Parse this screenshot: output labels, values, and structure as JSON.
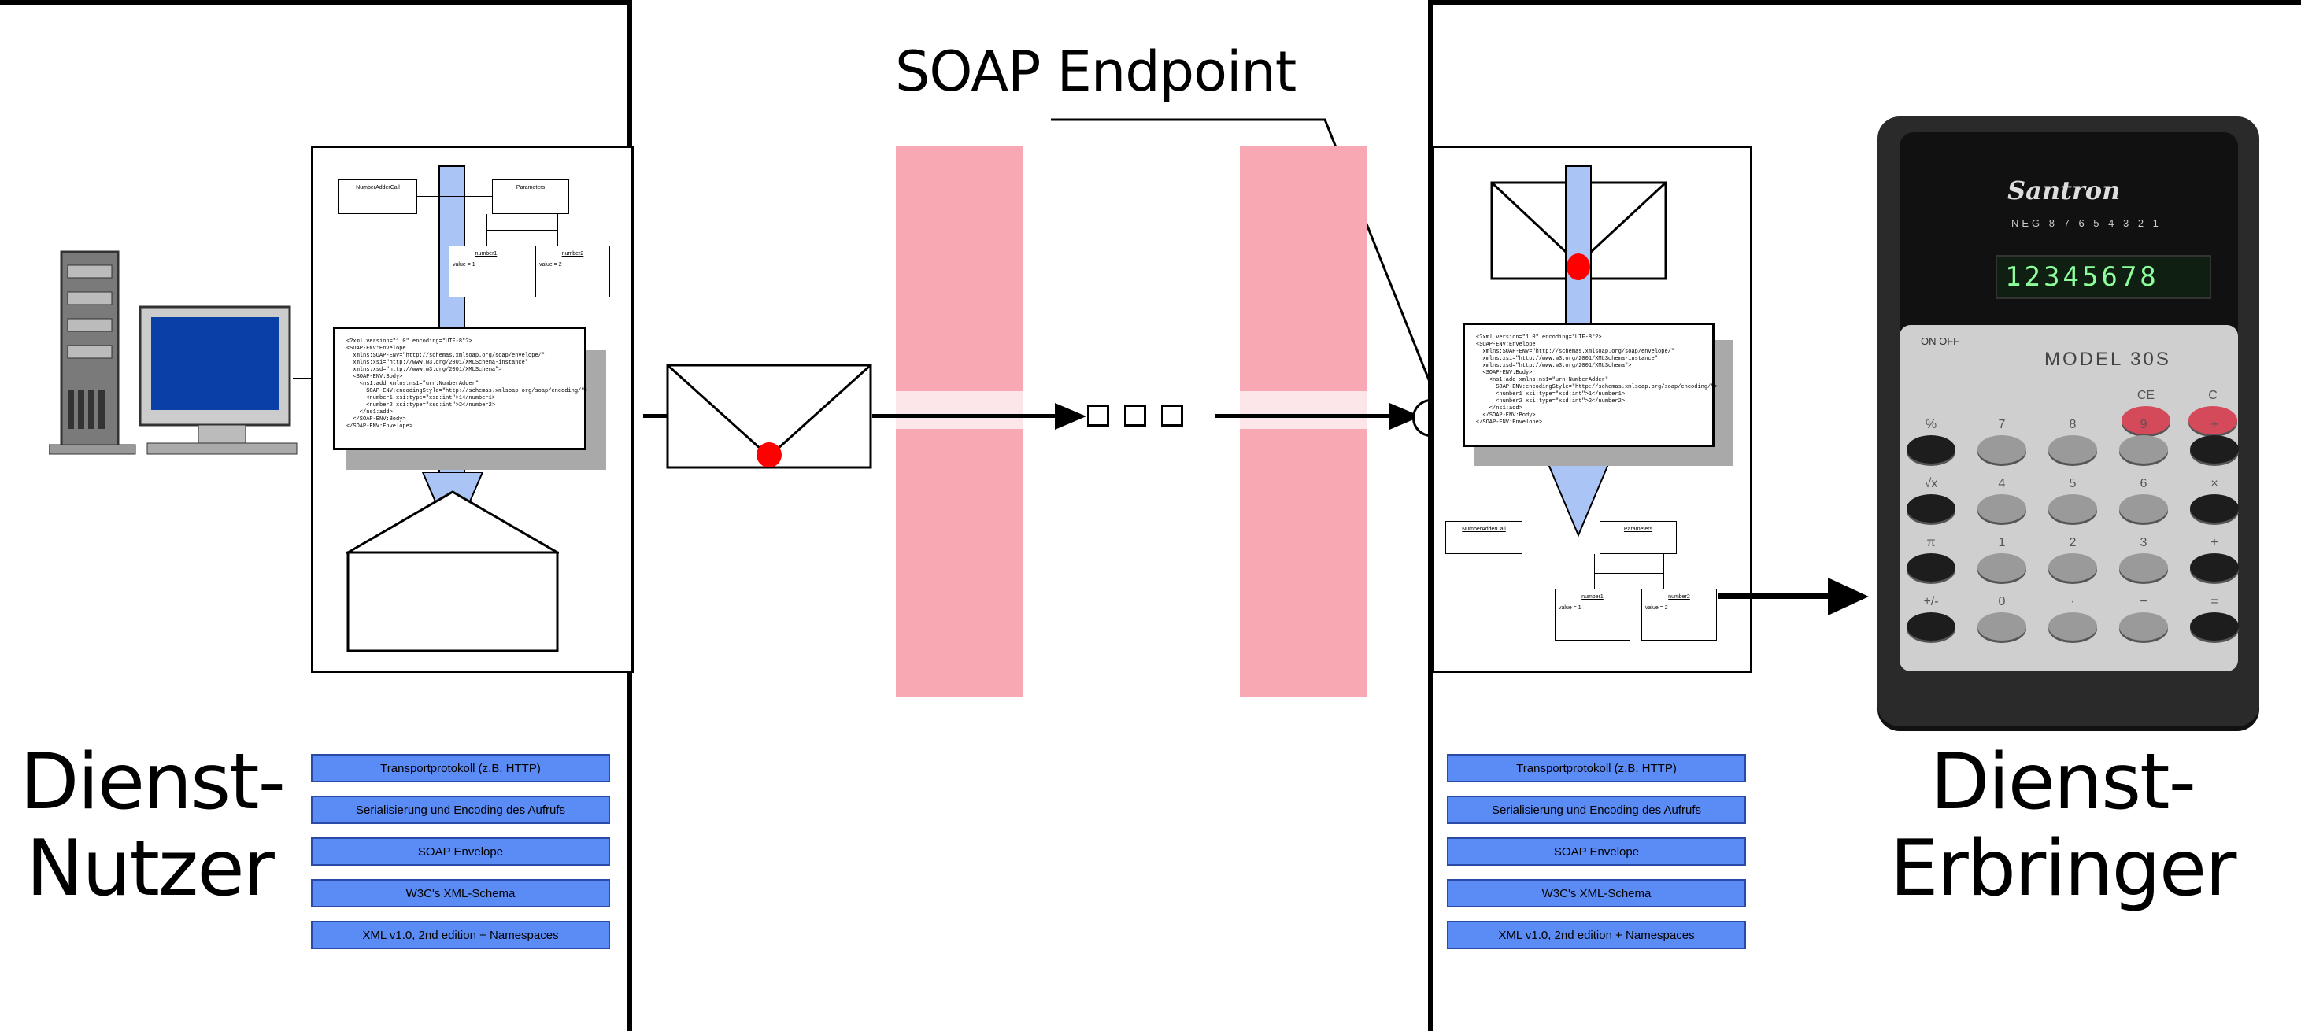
{
  "endpoint_label": "SOAP Endpoint",
  "consumer": {
    "title_line1": "Dienst-",
    "title_line2": "Nutzer",
    "uml": {
      "root": "NumberAdderCall",
      "params": "Parameters",
      "n1": "number1",
      "n1_val": "value = 1",
      "n2": "number2",
      "n2_val": "value = 2"
    },
    "stack": [
      "Transportprotokoll (z.B. HTTP)",
      "Serialisierung und Encoding des Aufrufs",
      "SOAP Envelope",
      "W3C's XML-Schema",
      "XML v1.0, 2nd edition + Namespaces"
    ]
  },
  "provider": {
    "title_line1": "Dienst-",
    "title_line2": "Erbringer",
    "uml": {
      "root": "NumberAdderCall",
      "params": "Parameters",
      "n1": "number1",
      "n1_val": "value = 1",
      "n2": "number2",
      "n2_val": "value = 2"
    },
    "stack": [
      "Transportprotokoll (z.B. HTTP)",
      "Serialisierung und Encoding des Aufrufs",
      "SOAP Envelope",
      "W3C's XML-Schema",
      "XML v1.0, 2nd edition + Namespaces"
    ]
  },
  "xml_text": "<?xml version=\"1.0\" encoding=\"UTF-8\"?>\n<SOAP-ENV:Envelope\n  xmlns:SOAP-ENV=\"http://schemas.xmlsoap.org/soap/envelope/\"\n  xmlns:xsi=\"http://www.w3.org/2001/XMLSchema-instance\"\n  xmlns:xsd=\"http://www.w3.org/2001/XMLSchema\">\n  <SOAP-ENV:Body>\n    <ns1:add xmlns:ns1=\"urn:NumberAdder\"\n      SOAP-ENV:encodingStyle=\"http://schemas.xmlsoap.org/soap/encoding/\">\n      <number1 xsi:type=\"xsd:int\">1</number1>\n      <number2 xsi:type=\"xsd:int\">2</number2>\n    </ns1:add>\n  </SOAP-ENV:Body>\n</SOAP-ENV:Envelope>",
  "calculator": {
    "brand": "Santron",
    "model": "MODEL 30S",
    "display": "12345678",
    "indicator": "NEG 8 7 6 5 4 3 2 1",
    "power": "ON OFF",
    "keys": [
      "CE",
      "C",
      "%",
      "7",
      "8",
      "9",
      "÷",
      "√x",
      "4",
      "5",
      "6",
      "×",
      "π",
      "1",
      "2",
      "3",
      "+",
      "+/-",
      "0",
      "·",
      "−",
      "="
    ]
  },
  "colors": {
    "firewall": "#f8a8b2",
    "layer": "#5b8bf5",
    "stack_arrow": "#a9c4f5",
    "red_seal": "#ff0000"
  }
}
